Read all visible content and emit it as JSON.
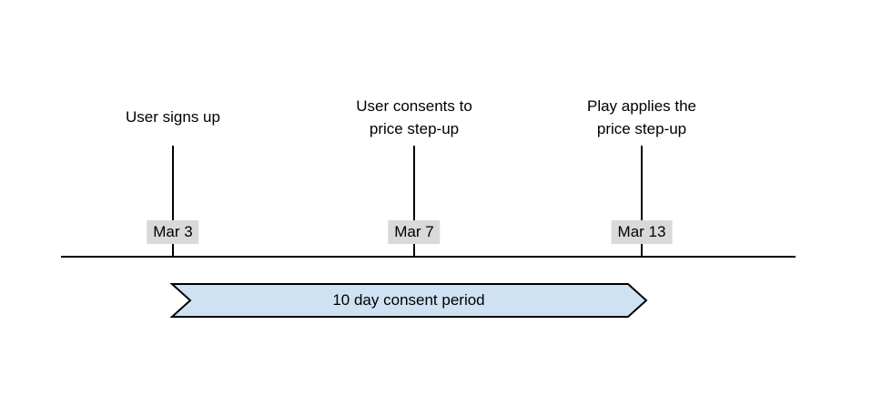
{
  "events": [
    {
      "label": "User signs up",
      "date": "Mar 3"
    },
    {
      "label": "User consents to\nprice step-up",
      "date": "Mar 7"
    },
    {
      "label": "Play applies the\nprice step-up",
      "date": "Mar 13"
    }
  ],
  "consent_period": {
    "label": "10 day consent period"
  },
  "colors": {
    "banner_fill": "#cfe2f3",
    "banner_stroke": "#000000",
    "date_label_bg": "#d9d9d9",
    "line": "#000000"
  }
}
